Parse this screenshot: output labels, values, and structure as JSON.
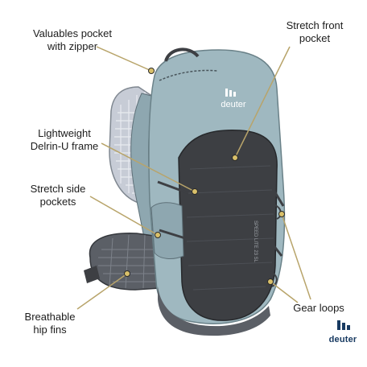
{
  "labels": {
    "valuables": "Valuables pocket\nwith zipper",
    "front": "Stretch front\npocket",
    "frame": "Lightweight\nDelrin-U frame",
    "side": "Stretch side\npockets",
    "hip": "Breathable\nhip fins",
    "loops": "Gear loops"
  },
  "pack": {
    "brand_mark": "deuter",
    "model_text": "SPEED LITE 23 SL"
  },
  "logo": {
    "text": "deuter"
  },
  "colors": {
    "leader_line": "#b8a46a",
    "pack_teal": "#9fb8c0",
    "pack_dark": "#3d3f43",
    "brand_blue": "#183a61"
  }
}
